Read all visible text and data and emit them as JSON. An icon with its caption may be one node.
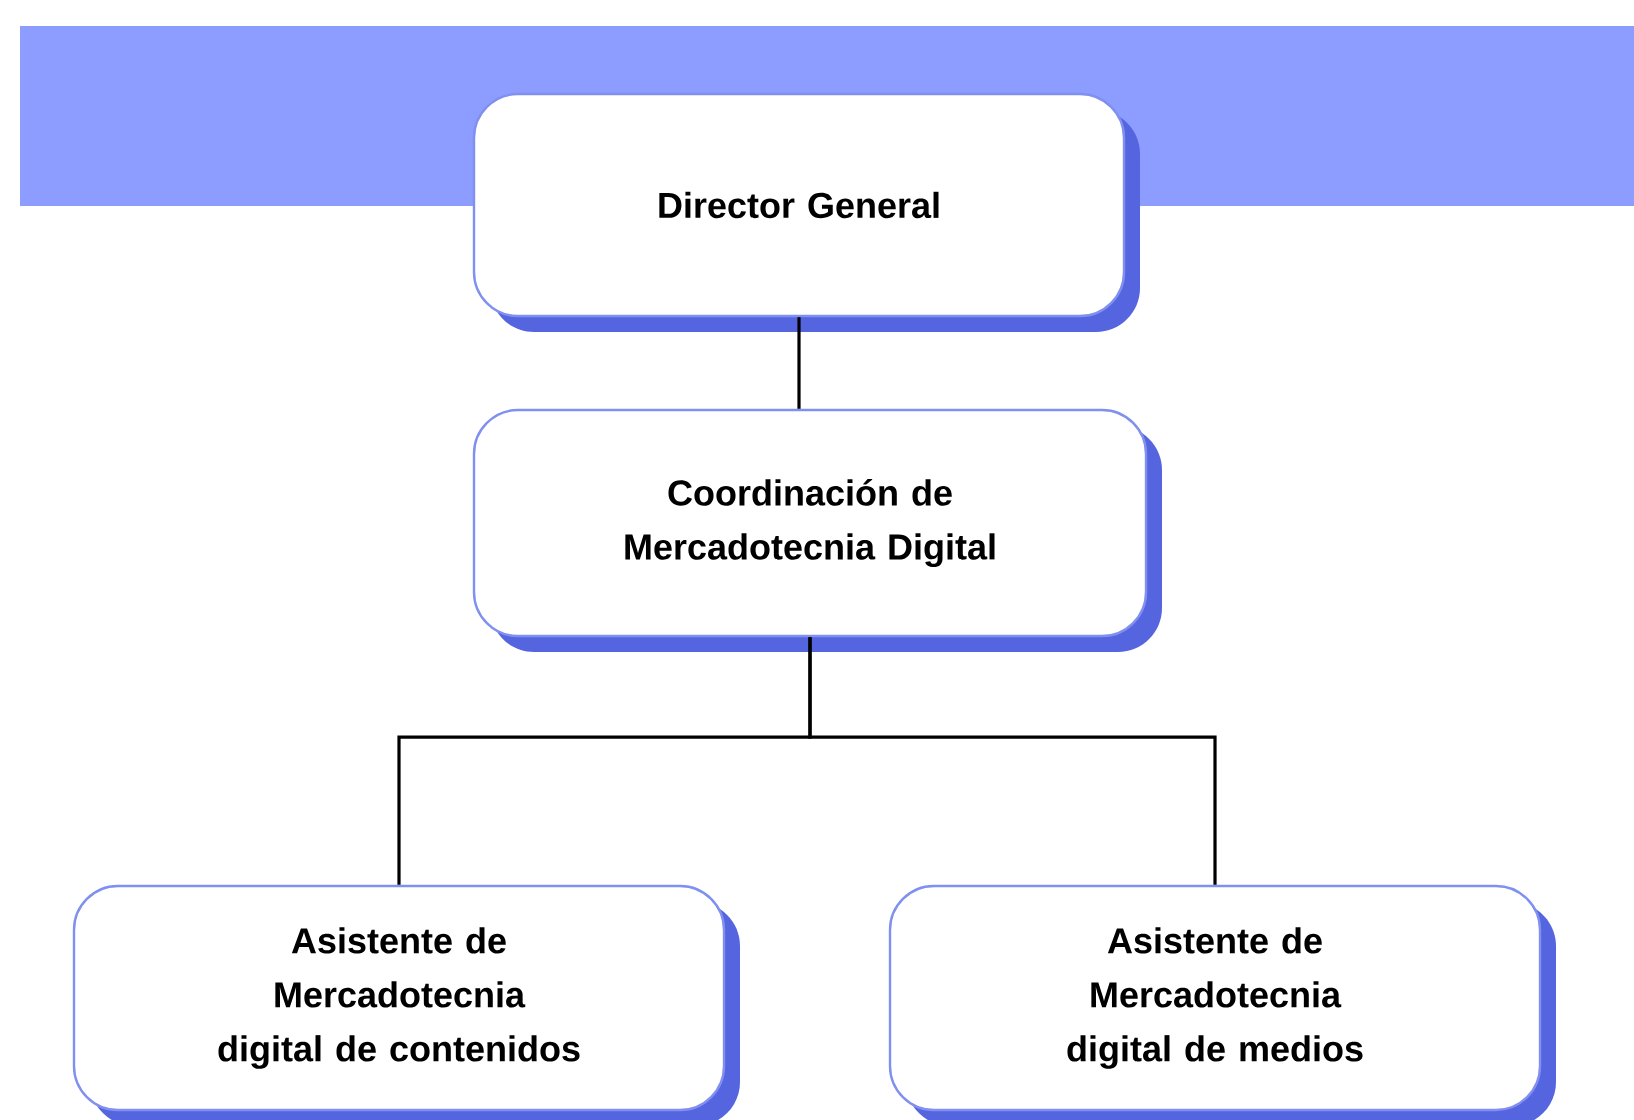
{
  "diagram": {
    "nodes": [
      {
        "text": [],
        "shape": "band"
      },
      {
        "text": [
          "Director General"
        ]
      },
      {
        "text": [
          "Coordinación de Mercadotecnia Digital"
        ]
      },
      {
        "text": [
          "Asistente de Mercadotecnia digital de contenidos"
        ]
      },
      {
        "text": [
          "Asistente de Mercadotecnia digital de medios"
        ]
      }
    ],
    "edges": [
      {
        "from": 1,
        "to": 2,
        "arrow": "none"
      },
      {
        "from": 2,
        "to": 3,
        "arrow": "none"
      },
      {
        "from": 2,
        "to": 4,
        "arrow": "none"
      }
    ]
  }
}
